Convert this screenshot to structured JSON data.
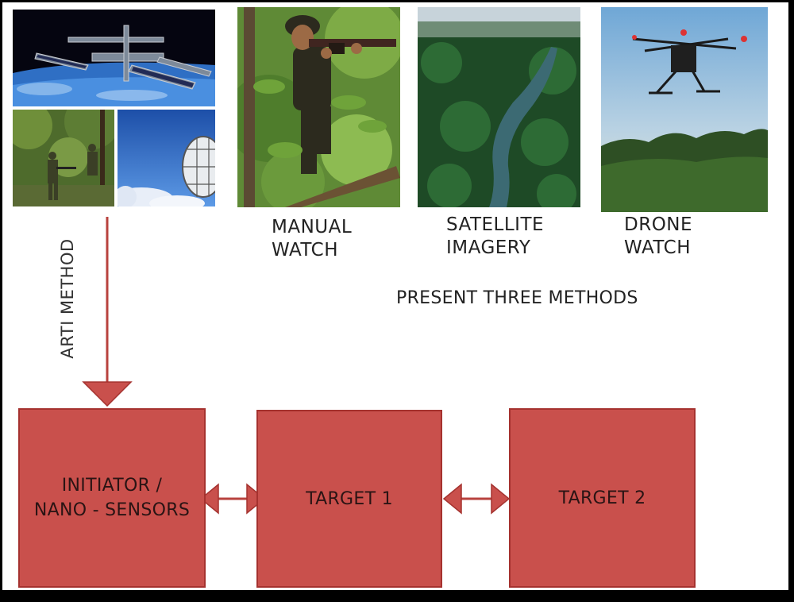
{
  "captions": {
    "manual": [
      "MANUAL",
      "WATCH"
    ],
    "satellite": [
      "SATELLITE",
      "IMAGERY"
    ],
    "drone": [
      "DRONE",
      "WATCH"
    ]
  },
  "subtitle": "PRESENT THREE METHODS",
  "arrow_label": "ARTI METHOD",
  "boxes": {
    "initiator": [
      "INITIATOR /",
      "NANO - SENSORS"
    ],
    "target1": "TARGET 1",
    "target2": "TARGET 2"
  },
  "colors": {
    "box_fill": "#c9504c",
    "box_border": "#a5322f",
    "arrow": "#b8423e"
  }
}
